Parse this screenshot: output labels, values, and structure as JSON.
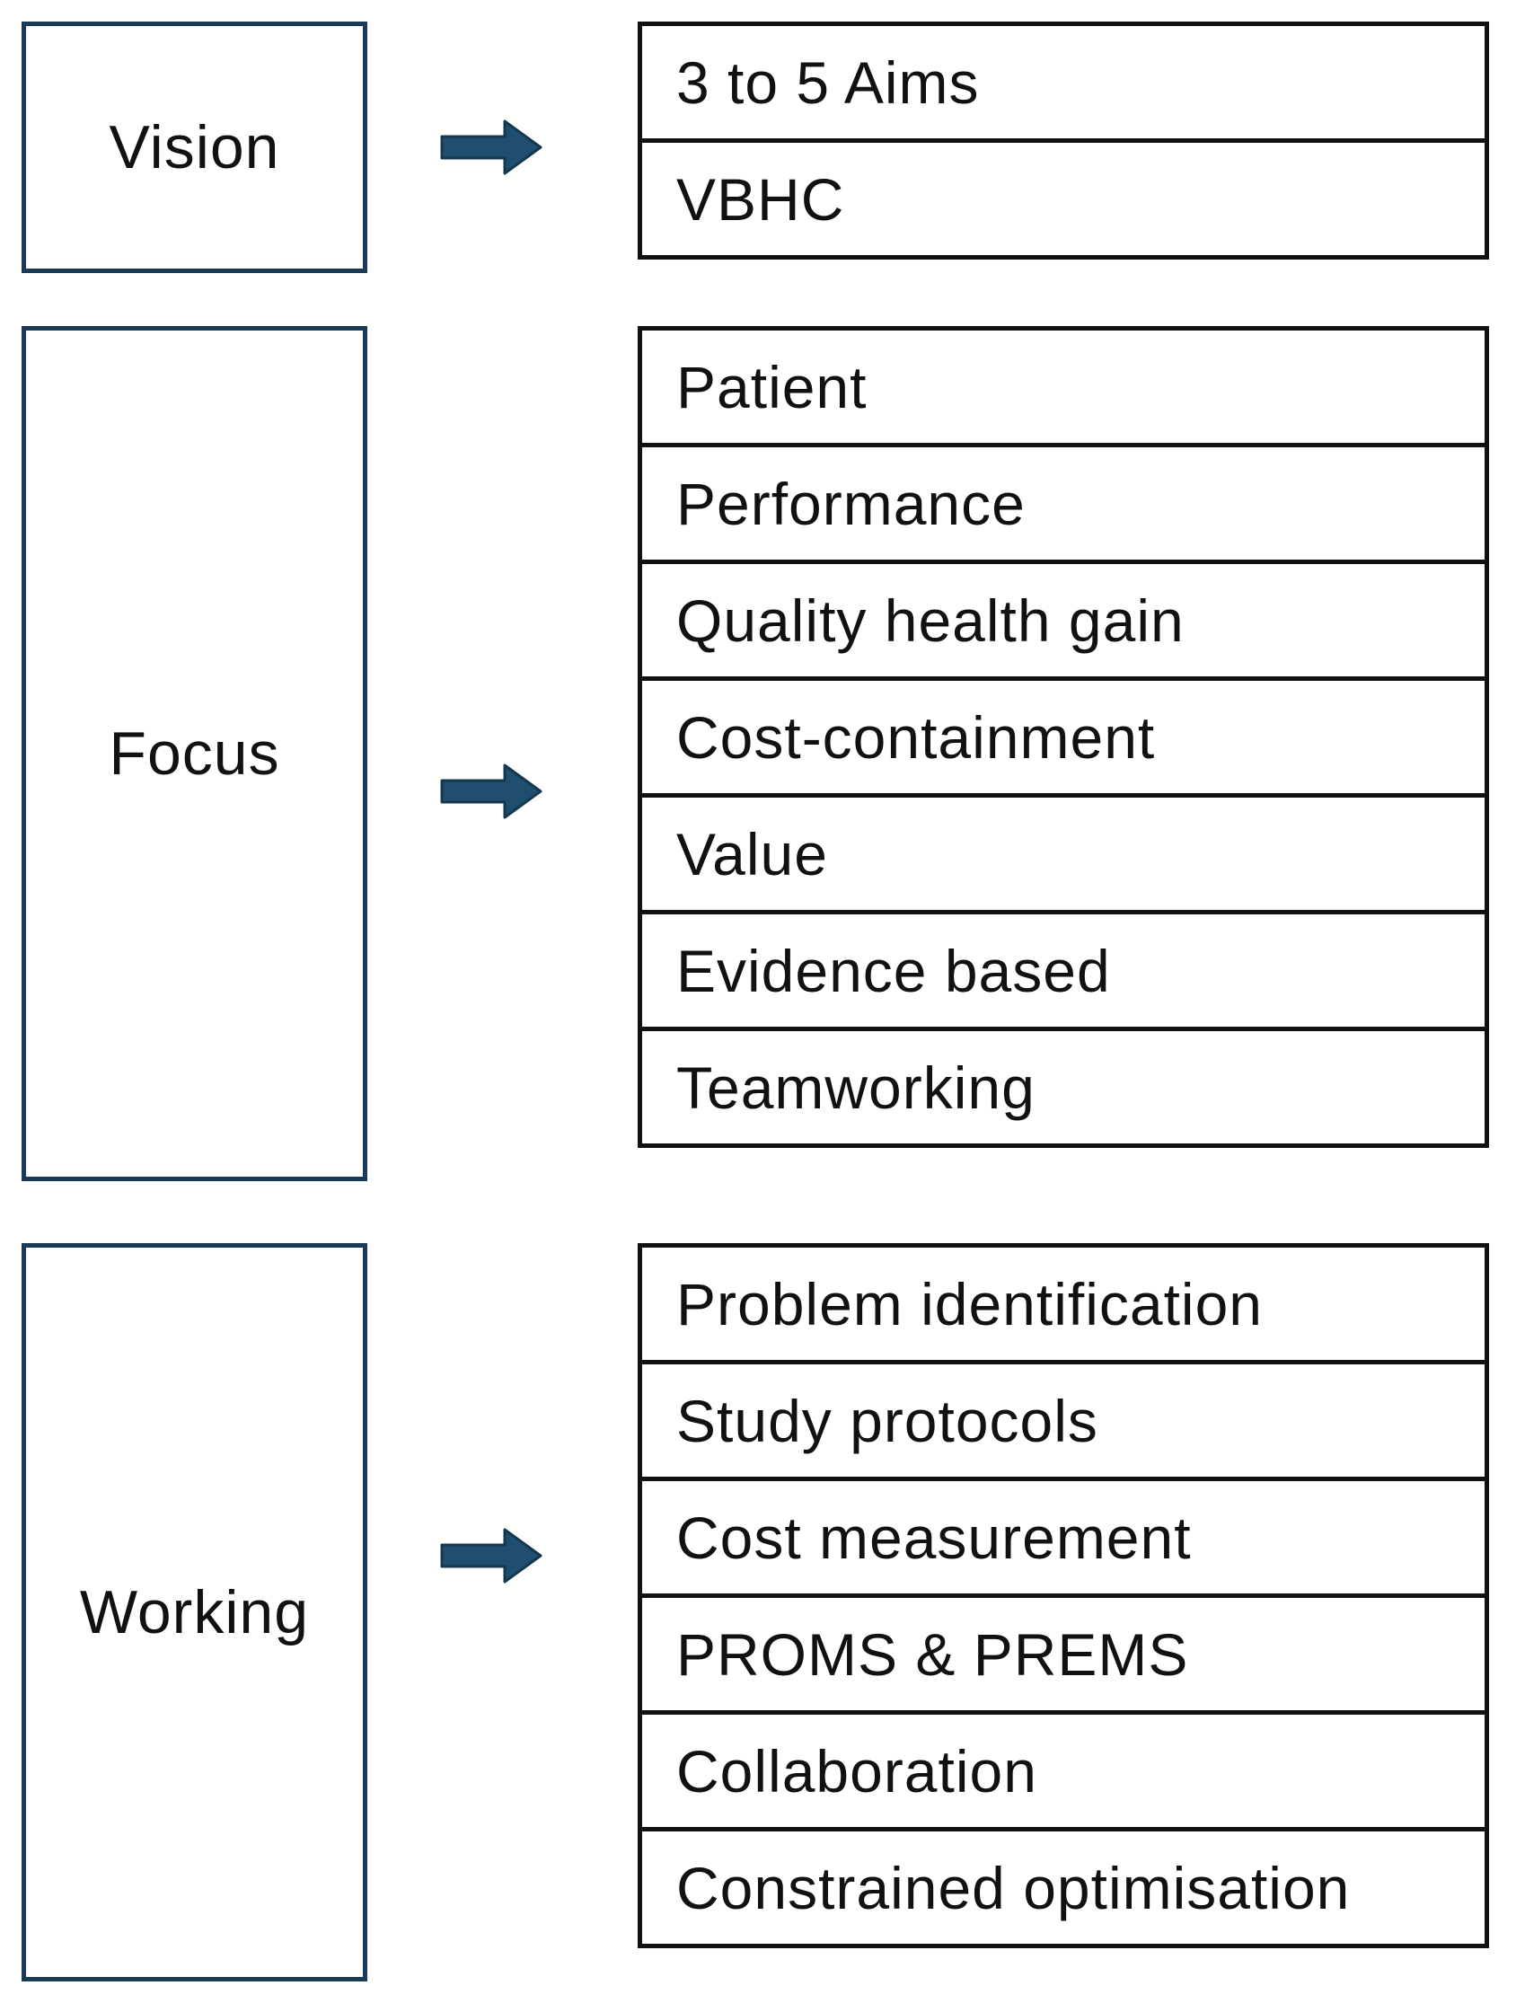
{
  "groups": [
    {
      "label": "Vision",
      "items": [
        "3 to 5 Aims",
        "VBHC"
      ]
    },
    {
      "label": "Focus",
      "items": [
        "Patient",
        "Performance",
        "Quality health gain",
        "Cost-containment",
        "Value",
        "Evidence based",
        "Teamworking"
      ]
    },
    {
      "label": "Working",
      "items": [
        "Problem identification",
        "Study protocols",
        "Cost measurement",
        "PROMS & PREMS",
        "Collaboration",
        "Constrained optimisation"
      ]
    }
  ],
  "colors": {
    "arrow": "#1f4e6e",
    "category_border": "#1b3a57",
    "item_border": "#111111"
  },
  "icons": {
    "arrow": "right-arrow-icon"
  }
}
